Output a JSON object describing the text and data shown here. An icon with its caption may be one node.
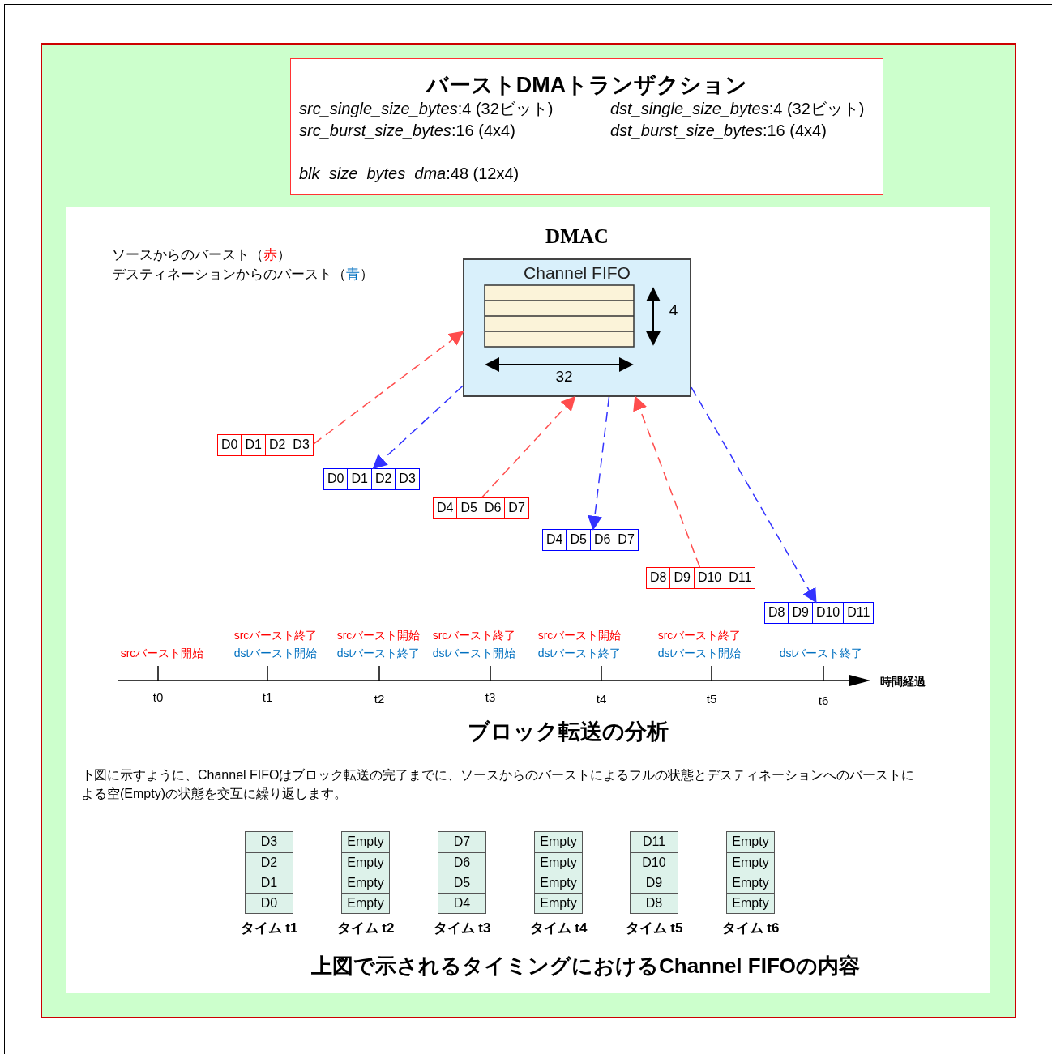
{
  "diagram": {
    "caption": "上図で示されるタイミングにおけるChannel FIFOの内容",
    "nodes": [
      {
        "text": [
          "バーストDMAトランザクション",
          "*src_single_size_bytes*:4 (32ビット)",
          "*src_burst_size_bytes*:16 (4x4)",
          "*blk_size_bytes_dma*:48 (12x4)",
          "*dst_single_size_bytes*:4 (32ビット)",
          "*dst_burst_size_bytes*:16 (4x4)"
        ]
      },
      {
        "text": [
          "DMAC",
          "Channel FIFO"
        ]
      },
      {
        "text": [
          "D0",
          "D1",
          "D2",
          "D3"
        ]
      },
      {
        "text": [
          "D0",
          "D1",
          "D2",
          "D3"
        ]
      },
      {
        "text": [
          "D4",
          "D5",
          "D6",
          "D7"
        ]
      },
      {
        "text": [
          "D4",
          "D5",
          "D6",
          "D7"
        ]
      },
      {
        "text": [
          "D8",
          "D9",
          "D10",
          "D11"
        ]
      },
      {
        "text": [
          "D8",
          "D9",
          "D10",
          "D11"
        ]
      },
      {
        "text": [
          "D3",
          "D2",
          "D1",
          "D0"
        ],
        "beside": [
          "タイム t1"
        ]
      },
      {
        "text": [
          "Empty",
          "Empty",
          "Empty",
          "Empty"
        ],
        "beside": [
          "タイム t2"
        ]
      },
      {
        "text": [
          "D7",
          "D6",
          "D5",
          "D4"
        ],
        "beside": [
          "タイム t3"
        ]
      },
      {
        "text": [
          "Empty",
          "Empty",
          "Empty",
          "Empty"
        ],
        "beside": [
          "タイム t4"
        ]
      },
      {
        "text": [
          "D11",
          "D10",
          "D9",
          "D8"
        ],
        "beside": [
          "タイム t5"
        ]
      },
      {
        "text": [
          "Empty",
          "Empty",
          "Empty",
          "Empty"
        ],
        "beside": [
          "タイム t6"
        ]
      }
    ],
    "edges": [
      {
        "from": 2,
        "to": 1,
        "arrow": "to",
        "style": "dashed",
        "color": "#ff4d4d"
      },
      {
        "from": 1,
        "to": 3,
        "arrow": "to",
        "style": "dashed",
        "color": "#3333ff"
      },
      {
        "from": 4,
        "to": 1,
        "arrow": "to",
        "style": "dashed",
        "color": "#ff4d4d"
      },
      {
        "from": 1,
        "to": 5,
        "arrow": "to",
        "style": "dashed",
        "color": "#3333ff"
      },
      {
        "from": 6,
        "to": 1,
        "arrow": "to",
        "style": "dashed",
        "color": "#ff4d4d"
      },
      {
        "from": 1,
        "to": 7,
        "arrow": "to",
        "style": "dashed",
        "color": "#3333ff"
      }
    ],
    "labels": [
      "srcバースト開始",
      "srcバースト終了",
      "dstバースト開始",
      "srcバースト開始",
      "dstバースト終了",
      "srcバースト終了",
      "dstバースト開始",
      "srcバースト開始",
      "dstバースト終了",
      "srcバースト終了",
      "dstバースト開始",
      "dstバースト終了",
      "t0",
      "t1",
      "t2",
      "t3",
      "t4",
      "t5",
      "t6",
      "時間経過",
      "4",
      "32",
      "ブロック転送の分析",
      "下図に示すように、Channel FIFOはブロック転送の完了までに、ソースからのバーストによるフルの状態とデスティネーションへのバーストによる空(Empty)の状態を交互に繰り返します。"
    ],
    "legend": [
      {
        "text": "ソースからのバースト（赤）",
        "color": "#ff0000"
      },
      {
        "text": "デスティネーションからのバースト（青）",
        "color": "#0070c0"
      }
    ]
  }
}
